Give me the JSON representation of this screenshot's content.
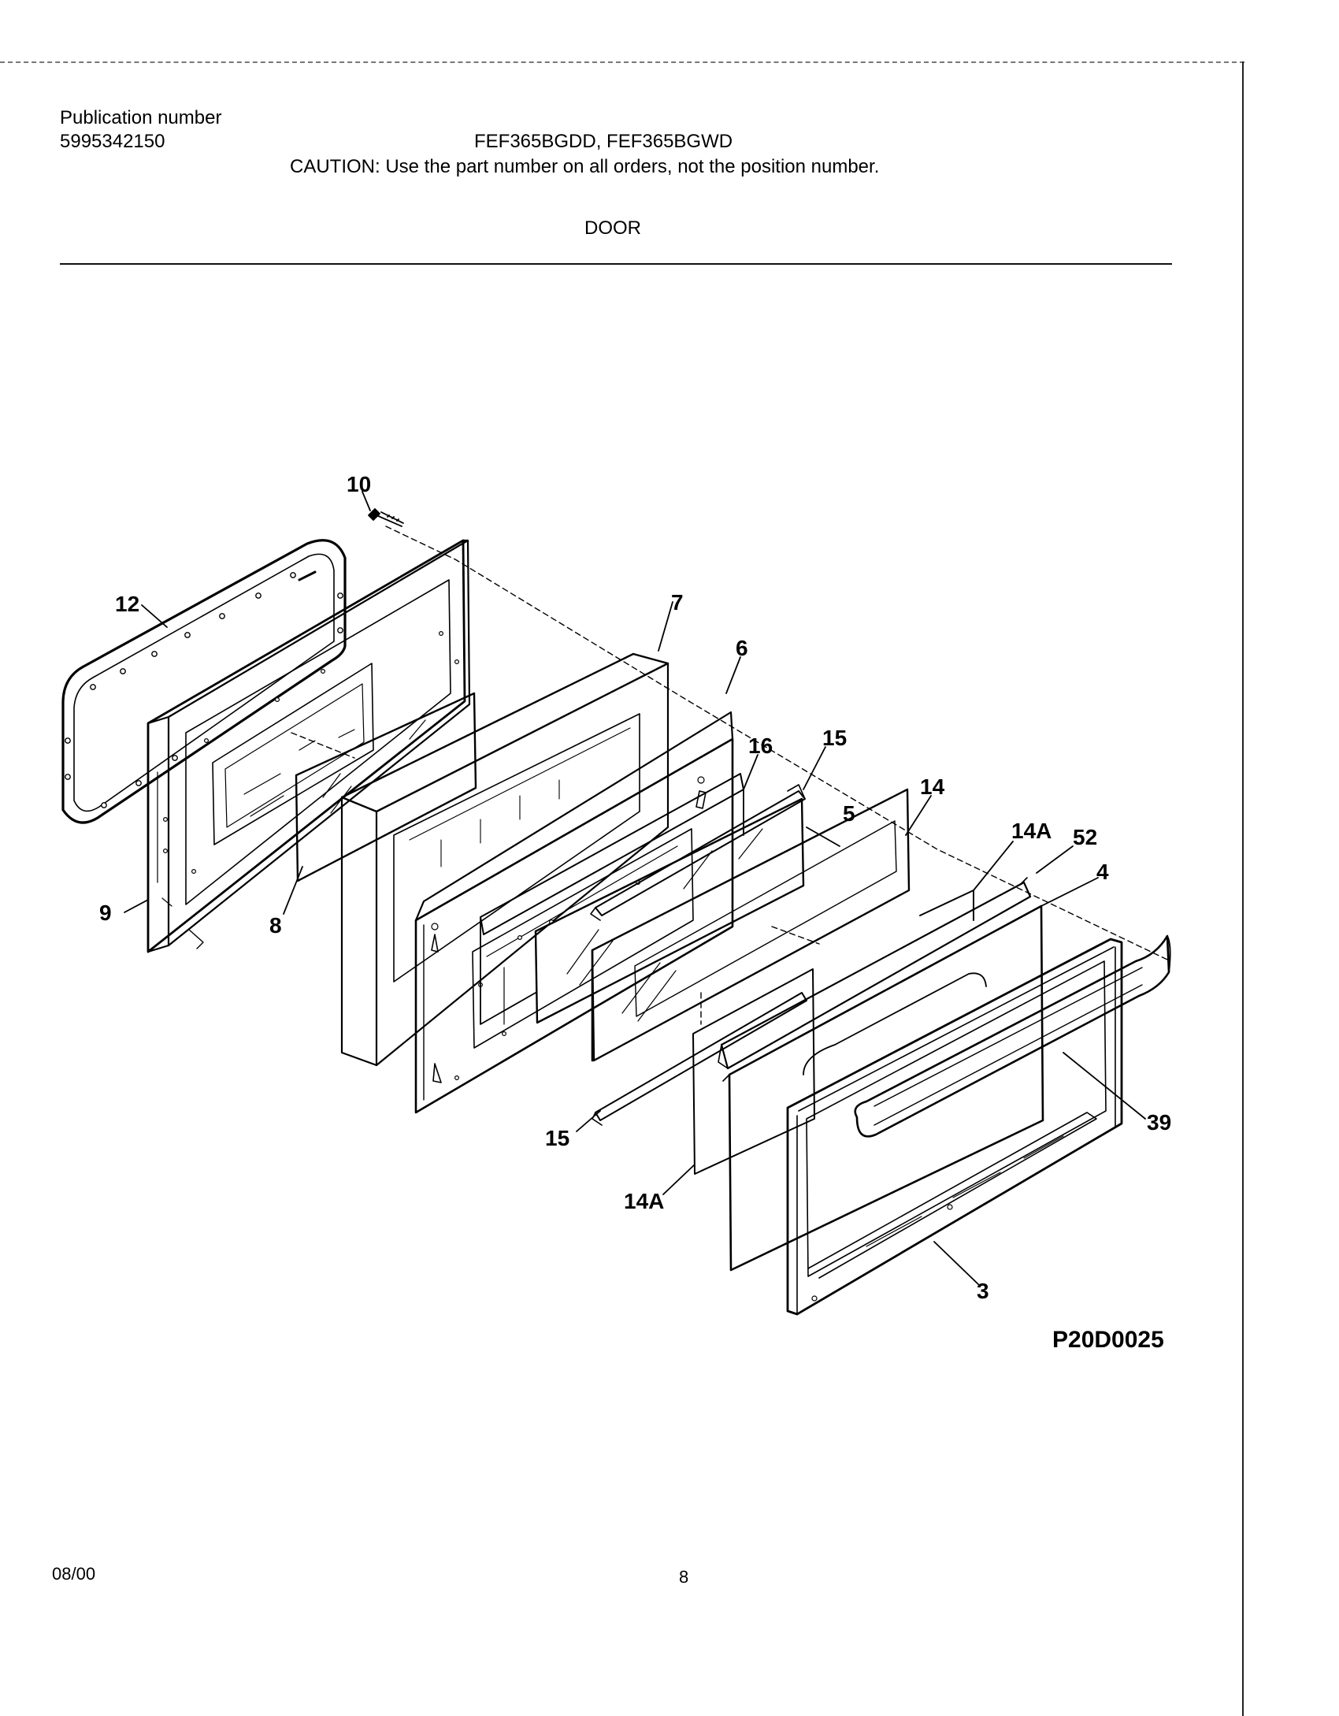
{
  "header": {
    "publication_label": "Publication number",
    "publication_number": "5995342150",
    "models": "FEF365BGDD, FEF365BGWD",
    "caution": "CAUTION:  Use the part number on all orders, not the position number.",
    "section_title": "DOOR"
  },
  "diagram": {
    "callouts": {
      "c10": "10",
      "c12": "12",
      "c7": "7",
      "c6": "6",
      "c16": "16",
      "c15_top": "15",
      "c14": "14",
      "c5": "5",
      "c14a_top": "14A",
      "c52": "52",
      "c4": "4",
      "c9": "9",
      "c8": "8",
      "c15_bottom": "15",
      "c14a_bottom": "14A",
      "c39": "39",
      "c3": "3"
    },
    "drawing_code": "P20D0025"
  },
  "footer": {
    "date": "08/00",
    "page": "8"
  }
}
